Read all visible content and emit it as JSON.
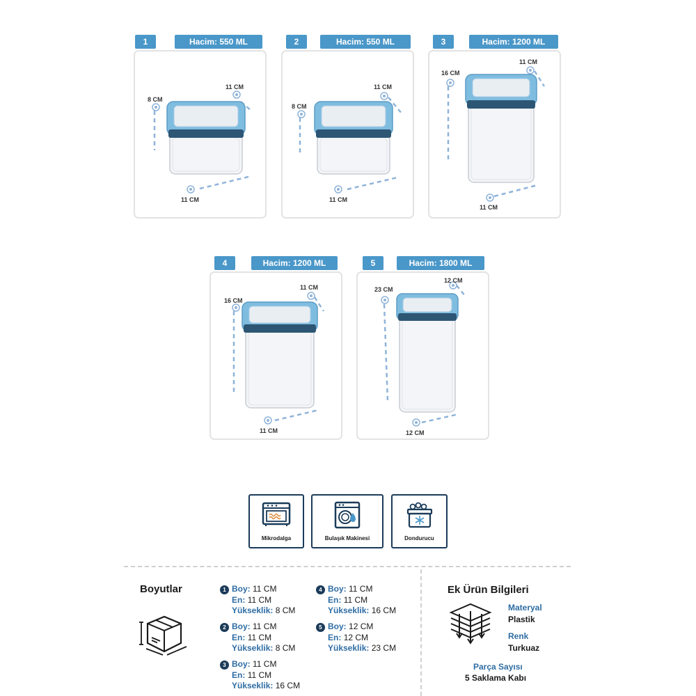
{
  "cards": [
    {
      "num": "1",
      "volume": "Hacim: 550 ML",
      "height": "8 CM",
      "depth": "11 CM",
      "width": "11 CM"
    },
    {
      "num": "2",
      "volume": "Hacim: 550 ML",
      "height": "8 CM",
      "depth": "11 CM",
      "width": "11 CM"
    },
    {
      "num": "3",
      "volume": "Hacim: 1200 ML",
      "height": "16 CM",
      "depth": "11 CM",
      "width": "11 CM"
    },
    {
      "num": "4",
      "volume": "Hacim: 1200 ML",
      "height": "16 CM",
      "depth": "11 CM",
      "width": "11 CM"
    },
    {
      "num": "5",
      "volume": "Hacim: 1800 ML",
      "height": "23 CM",
      "depth": "12 CM",
      "width": "12 CM"
    }
  ],
  "features": [
    {
      "label": "Mikrodalga",
      "icon": "microwave-icon"
    },
    {
      "label": "Bulaşık Makinesi",
      "icon": "dishwasher-icon"
    },
    {
      "label": "Dondurucu",
      "icon": "freezer-icon"
    }
  ],
  "dimensions": {
    "title": "Boyutlar",
    "icon": "package-box-icon",
    "keys": {
      "boy": "Boy:",
      "en": "En:",
      "yukseklik": "Yükseklik:"
    },
    "items": [
      {
        "num": "1",
        "boy": "11 CM",
        "en": "11 CM",
        "yukseklik": "8 CM"
      },
      {
        "num": "2",
        "boy": "11 CM",
        "en": "11 CM",
        "yukseklik": "8 CM"
      },
      {
        "num": "3",
        "boy": "11 CM",
        "en": "11 CM",
        "yukseklik": "16 CM"
      },
      {
        "num": "4",
        "boy": "11 CM",
        "en": "11 CM",
        "yukseklik": "16 CM"
      },
      {
        "num": "5",
        "boy": "12 CM",
        "en": "12 CM",
        "yukseklik": "23 CM"
      }
    ]
  },
  "extra_info": {
    "title": "Ek Ürün Bilgileri",
    "icon": "material-layers-icon",
    "material_label": "Materyal",
    "material_value": "Plastik",
    "color_label": "Renk",
    "color_value": "Turkuaz",
    "parts_label": "Parça Sayısı",
    "parts_value": "5 Saklama Kabı"
  },
  "colors": {
    "accent": "#4a97c9",
    "lid": "#7fbde0",
    "navy": "#1b3b59",
    "label_blue": "#2e6da4"
  }
}
